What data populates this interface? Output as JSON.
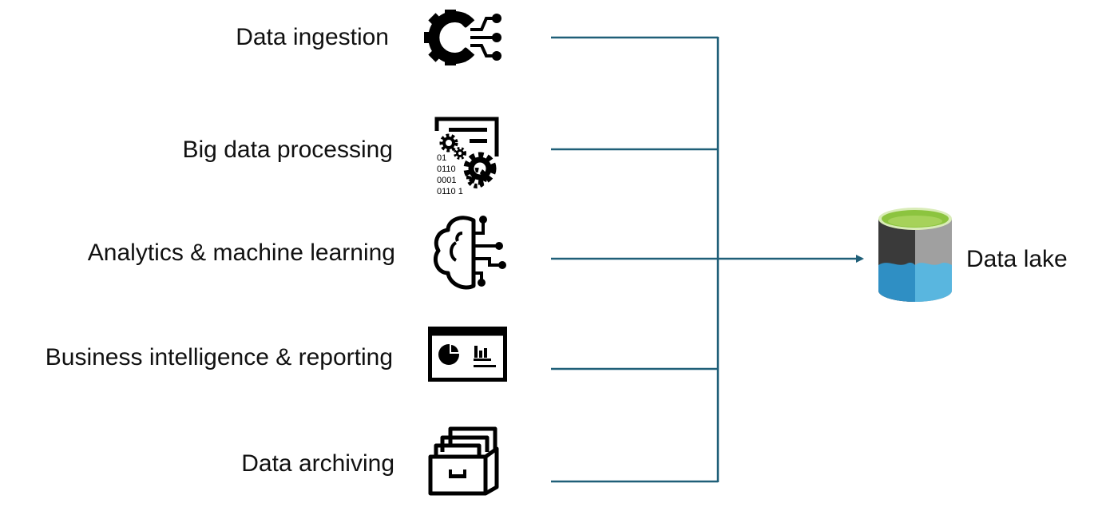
{
  "sources": [
    {
      "label": "Data ingestion",
      "icon": "gear-circuit-icon"
    },
    {
      "label": "Big data processing",
      "icon": "data-processing-gears-icon",
      "binary_lines": [
        "01",
        "0110",
        "0001",
        "0110 1"
      ]
    },
    {
      "label": "Analytics & machine learning",
      "icon": "brain-circuit-icon"
    },
    {
      "label": "Business intelligence & reporting",
      "icon": "dashboard-chart-icon"
    },
    {
      "label": "Data archiving",
      "icon": "file-drawer-icon"
    }
  ],
  "target": {
    "label": "Data lake",
    "icon": "data-lake-cylinder-icon"
  },
  "colors": {
    "connector": "#1f5f78",
    "lake_top_green": "#8cc43f",
    "lake_dark": "#3a3a3a",
    "lake_gray": "#a0a0a0",
    "lake_blue_dark": "#2f8fc4",
    "lake_blue_light": "#59b6df",
    "icon": "#000000"
  }
}
